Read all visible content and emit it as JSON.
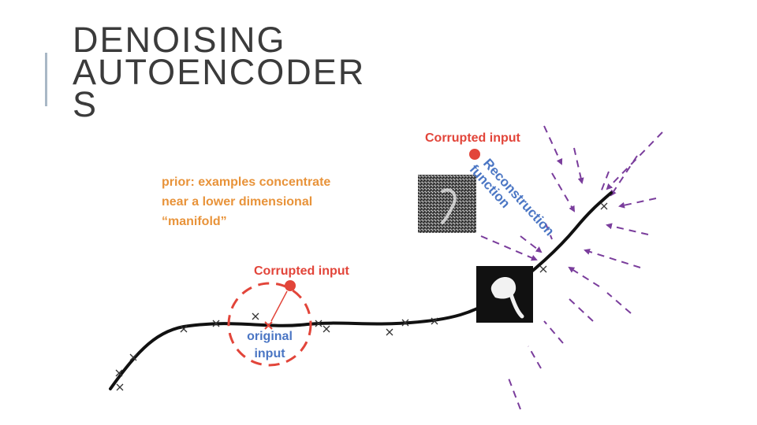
{
  "slide": {
    "title_lines": [
      "DENOISING",
      "AUTOENCODER",
      "S"
    ]
  },
  "figure": {
    "prior_lines": [
      "prior: examples concentrate",
      "near a lower dimensional",
      "“manifold”"
    ],
    "corrupted_input_label_top": "Corrupted input",
    "corrupted_input_label_mid": "Corrupted input",
    "original_input_lines": [
      "original",
      "input"
    ],
    "reconstruction_function_lines": [
      "Reconstruction",
      "function"
    ],
    "colors": {
      "red": "#e2453a",
      "blue": "#4b76c4",
      "orange": "#e8933a",
      "purple": "#7a3d9c",
      "curve": "#111111",
      "accent_bar": "#a9b8c6"
    }
  }
}
